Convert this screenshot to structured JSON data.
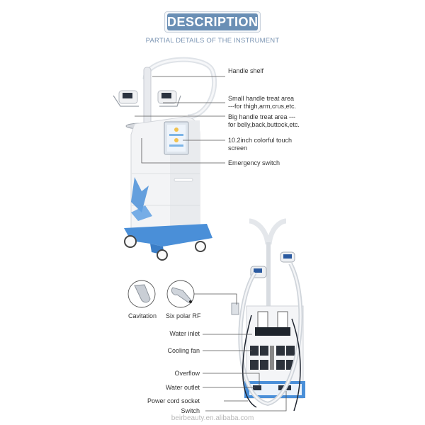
{
  "header": {
    "title": "DESCRIPTION",
    "subtitle": "PARTIAL DETAILS OF THE INSTRUMENT"
  },
  "top_machine": {
    "callouts": [
      {
        "label_line1": "Handle shelf",
        "label_line2": ""
      },
      {
        "label_line1": "Small handle treat area",
        "label_line2": "---for thigh,arm,crus,etc."
      },
      {
        "label_line1": "Big handle treat area ---",
        "label_line2": "for belly,back,buttock,etc."
      },
      {
        "label_line1": "10.2inch colorful touch",
        "label_line2": "screen"
      },
      {
        "label_line1": "Emergency switch",
        "label_line2": ""
      }
    ]
  },
  "accessories": [
    {
      "label": "Cavitation",
      "icon": "cavitation-probe-icon"
    },
    {
      "label": "Six polar RF",
      "icon": "rf-probe-icon"
    }
  ],
  "bottom_machine": {
    "callouts": [
      {
        "label": "Water inlet"
      },
      {
        "label": "Cooling fan"
      },
      {
        "label": "Overflow"
      },
      {
        "label": "Water outlet"
      },
      {
        "label": "Power cord socket"
      },
      {
        "label": "Switch"
      }
    ]
  },
  "colors": {
    "accent_blue": "#4a8fd8",
    "badge_blue": "#6a8fb5",
    "subtitle_blue": "#7b95b3"
  },
  "watermark": "beirbeauty.en.alibaba.com"
}
